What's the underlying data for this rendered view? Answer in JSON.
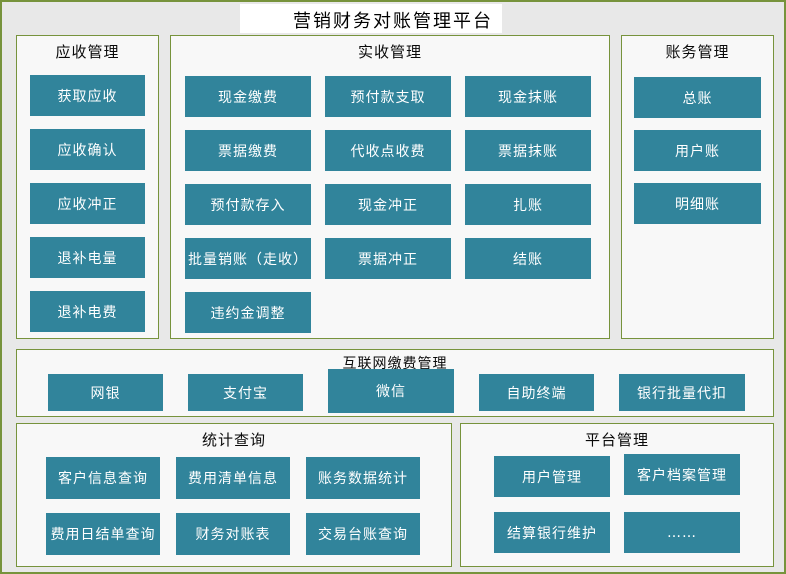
{
  "title": "营销财务对账管理平台",
  "colors": {
    "button_bg": "#31849B",
    "border_color": "#77933C",
    "panel_bg": "#F8F8F8",
    "page_bg": "#E8E8E8"
  },
  "panels": {
    "receivables": {
      "title": "应收管理",
      "buttons": [
        "获取应收",
        "应收确认",
        "应收冲正",
        "退补电量",
        "退补电费"
      ]
    },
    "actual_receipts": {
      "title": "实收管理",
      "buttons": [
        "现金缴费",
        "预付款支取",
        "现金抹账",
        "票据缴费",
        "代收点收费",
        "票据抹账",
        "预付款存入",
        "现金冲正",
        "扎账",
        "批量销账（走收）",
        "票据冲正",
        "结账",
        "违约金调整"
      ]
    },
    "accounting": {
      "title": "账务管理",
      "buttons": [
        "总账",
        "用户账",
        "明细账"
      ]
    },
    "internet_payment": {
      "title": "互联网缴费管理",
      "buttons": [
        "网银",
        "支付宝",
        "微信",
        "自助终端",
        "银行批量代扣"
      ]
    },
    "statistics": {
      "title": "统计查询",
      "buttons": [
        "客户信息查询",
        "费用清单信息",
        "账务数据统计",
        "费用日结单查询",
        "财务对账表",
        "交易台账查询"
      ]
    },
    "platform": {
      "title": "平台管理",
      "buttons": [
        "用户管理",
        "客户档案管理",
        "结算银行维护",
        "……"
      ]
    }
  }
}
